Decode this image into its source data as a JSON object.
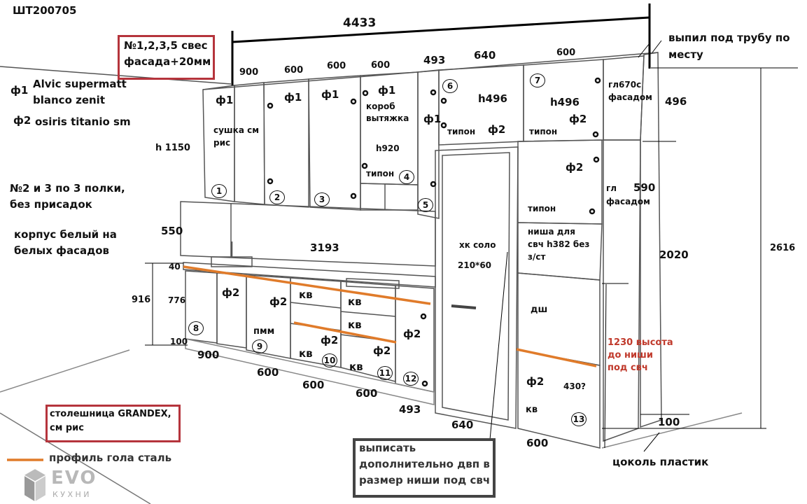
{
  "header": {
    "code": "ШТ200705"
  },
  "notes": {
    "overhang_box": [
      "№1,2,3,5 свес",
      "фасада+20мм"
    ],
    "pipe_cutout": [
      "выпил под трубу по",
      "месту"
    ],
    "shelves": [
      "№2 и 3 по 3 полки,",
      "без присадок"
    ],
    "carcass": [
      "корпус белый на",
      "белых фасадов"
    ],
    "countertop_box": [
      "столешница GRANDEX,",
      "см рис"
    ],
    "profile": "профиль гола сталь",
    "hdf_box": [
      "выписать",
      "дополнительно двп в",
      "размер ниши под свч"
    ],
    "plinth": "цоколь пластик",
    "microwave_height": [
      "1230 высота",
      "до ниши",
      "под свч"
    ]
  },
  "legend": {
    "f1_symbol": "ф1",
    "f1_text": [
      "Alvic supermatt",
      "blanco zenit"
    ],
    "f2_symbol": "ф2",
    "f2_text": "osiris titanio sm"
  },
  "dimensions": [
    "4433",
    "900",
    "600",
    "600",
    "600",
    "493",
    "640",
    "600",
    "496",
    "2616",
    "2020",
    "h 1150",
    "550",
    "3193",
    "40",
    "916",
    "776",
    "100",
    "900",
    "600",
    "600",
    "600",
    "493",
    "640",
    "600",
    "100",
    "590",
    "430?"
  ],
  "cabinet_labels": [
    "ф1",
    "сушка см",
    "рис",
    "ф1",
    "ф1",
    "ф1",
    "короб",
    "вытяжка",
    "h920",
    "типон",
    "ф1",
    "h496",
    "типон",
    "ф2",
    "h496",
    "типон",
    "ф2",
    "гл670с",
    "фасадом",
    "ф2",
    "типон",
    "гл",
    "фасадом",
    "ниша для",
    "свч h382 без",
    "з/ст",
    "дш",
    "ф2",
    "кв",
    "хк соло",
    "210*60",
    "ф2",
    "ф2",
    "пмм",
    "кв",
    "кв",
    "кв",
    "ф2",
    "кв",
    "ф2",
    "кв",
    "ф2"
  ],
  "item_numbers": [
    "1",
    "2",
    "3",
    "4",
    "5",
    "6",
    "7",
    "8",
    "9",
    "10",
    "11",
    "12",
    "13"
  ],
  "logo": {
    "brand": "EVO",
    "sub": "К У Х Н И"
  },
  "colors": {
    "accent_orange": "#e07b2a",
    "note_red": "#c0392b",
    "box_red": "#b5343c",
    "box_dark": "#444444"
  }
}
